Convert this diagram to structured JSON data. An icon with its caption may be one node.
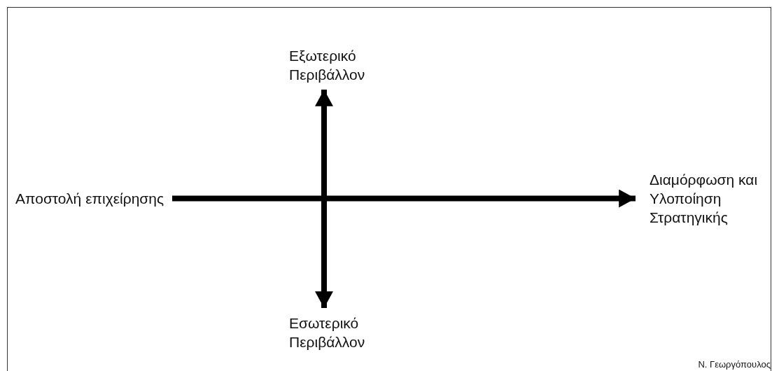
{
  "diagram": {
    "nodes": [
      {
        "text": [
          "Αποστολή επιχείρησης"
        ]
      },
      {
        "text": [
          "Εξωτερικό Περιβάλλον"
        ]
      },
      {
        "text": [
          "Διαμόρφωση και Υλοποίηση Στρατηγικής"
        ]
      },
      {
        "text": [
          "Εσωτερικό Περιβάλλον"
        ]
      }
    ],
    "edges": [
      {
        "from": 0,
        "to": 2,
        "arrow": "to"
      },
      {
        "from": 3,
        "to": 1,
        "arrow": "both"
      }
    ],
    "labels": [
      "Ν. Γεωργόπουλος"
    ]
  }
}
